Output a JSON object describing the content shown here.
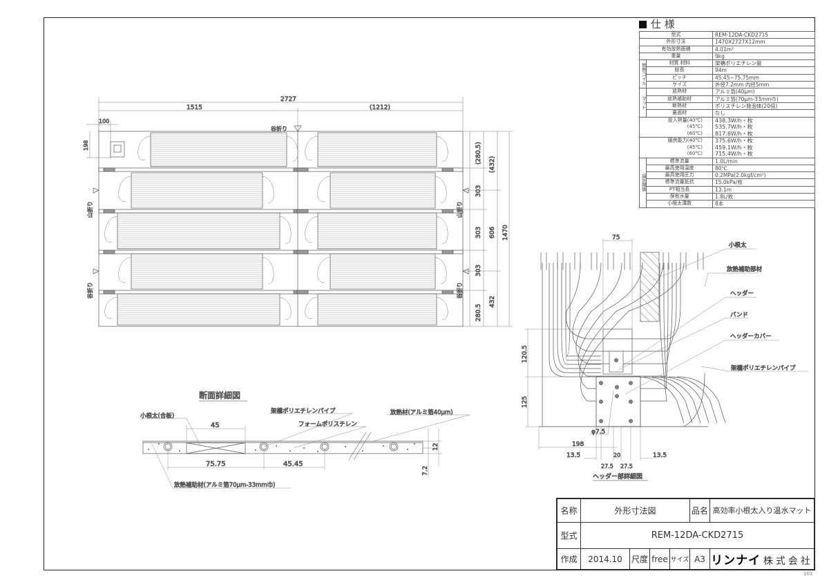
{
  "spec": {
    "heading": "仕 様",
    "rows": [
      {
        "key": "型式",
        "value": "REM-12DA-CKD2715"
      },
      {
        "key": "外形寸法",
        "value": "1470X2727X12mm"
      },
      {
        "key": "有効放熱面積",
        "value": "4.01m²"
      },
      {
        "key": "重量",
        "value": "9kg"
      }
    ],
    "coil_group": "放熱コイル",
    "coil_rows": [
      {
        "key": "材質 材料",
        "value": "架橋ポリエチレン管"
      },
      {
        "key": "総長",
        "value": "94m"
      },
      {
        "key": "ピッチ",
        "value": "45.45~75.75mm"
      },
      {
        "key": "サイズ",
        "value": "外径7.2mm 内径5mm"
      }
    ],
    "mat_group": "マット",
    "mat_rows": [
      {
        "key": "放熱材",
        "value": "アルミ箔(40μm)"
      },
      {
        "key": "放熱補助材",
        "value": "アルミ箔(70μm-33mm巾)"
      },
      {
        "key": "断熱材",
        "value": "ポリスチレン発泡体(20倍)"
      },
      {
        "key": "裏面材",
        "value": "なし"
      }
    ],
    "heat_input": {
      "key": "投入熱量(40℃)\n(45℃)\n(60℃)",
      "value": "438.3W/h・枚\n535.7W/h・枚\n817.6W/h・枚"
    },
    "heating_capacity": {
      "key": "暖房能力(40℃)\n(45℃)\n(60℃)",
      "value": "375.6W/h・枚\n459.1W/h・枚\n715.4W/h・枚"
    },
    "design_group": "設計関係",
    "design_rows": [
      {
        "key": "標準流量",
        "value": "1.0L/min"
      },
      {
        "key": "最高使用温度",
        "value": "80℃"
      },
      {
        "key": "最高使用圧力",
        "value": "0.2MPa(2.0kgf/cm²)"
      },
      {
        "key": "標準流量抵抗",
        "value": "15.0kPa/枚"
      },
      {
        "key": "PT相当長",
        "value": "13.1m"
      },
      {
        "key": "保有水量",
        "value": "1.8L/枚"
      },
      {
        "key": "小根太溝数",
        "value": "8本"
      }
    ]
  },
  "plan": {
    "dim_total_width": "2727",
    "dim_left": "1515",
    "dim_right": "(1212)",
    "dim_header_x": "100",
    "dim_header_y": "198",
    "fold_valley_top": "谷折り",
    "fold_mountain_left": "山折り",
    "fold_valley_left": "谷折り",
    "fold_mountain_right": "山折り",
    "fold_valley_right": "谷折り",
    "dim_rows": [
      "(280.5)",
      "303",
      "303",
      "303",
      "280.5"
    ],
    "dim_432_top": "(432)",
    "dim_606": "606",
    "dim_432_bottom": "432",
    "dim_total_height": "1470"
  },
  "section": {
    "title": "断面詳細図",
    "label_joist": "小根太(合板)",
    "label_pipe": "架橋ポリエチレンパイプ",
    "label_foam": "フォームポリスチレン",
    "label_radiator": "放熱材(アルミ箔40μm)",
    "label_aux": "放熱補助材(アルミ箔70μm-33mm巾)",
    "dim_45": "45",
    "dim_7575": "75.75",
    "dim_4545": "45.45",
    "dim_12": "12",
    "dim_72": "7.2"
  },
  "header_detail": {
    "title": "ヘッダー部詳細図",
    "label_joist": "小根太",
    "label_aux": "放熱補助部材",
    "label_header": "ヘッダー",
    "label_band": "バンド",
    "label_cover": "ヘッダーカバー",
    "label_pipe": "架橋ポリエチレンパイプ",
    "dim_75": "75",
    "dim_1205": "120.5",
    "dim_125": "125",
    "dim_phi": "φ7.5",
    "dim_198": "198",
    "dim_135_left": "13.5",
    "dim_20": "20",
    "dim_135_right": "13.5",
    "dim_275_left": "27.5",
    "dim_275_right": "27.5"
  },
  "title_block": {
    "name_label": "名称",
    "name_value": "外形寸法図",
    "product_label": "品名",
    "product_value": "高効率小根太入り温水マット",
    "model_label": "型式",
    "model_value": "REM-12DA-CKD2715",
    "created_label": "作成",
    "created_value": "2014.10",
    "scale_label": "尺度",
    "scale_value": "free",
    "size_label": "サイズ",
    "size_value": "A3",
    "company_logo": "リンナイ",
    "company_suffix": "株式会社"
  },
  "page_number": "101"
}
